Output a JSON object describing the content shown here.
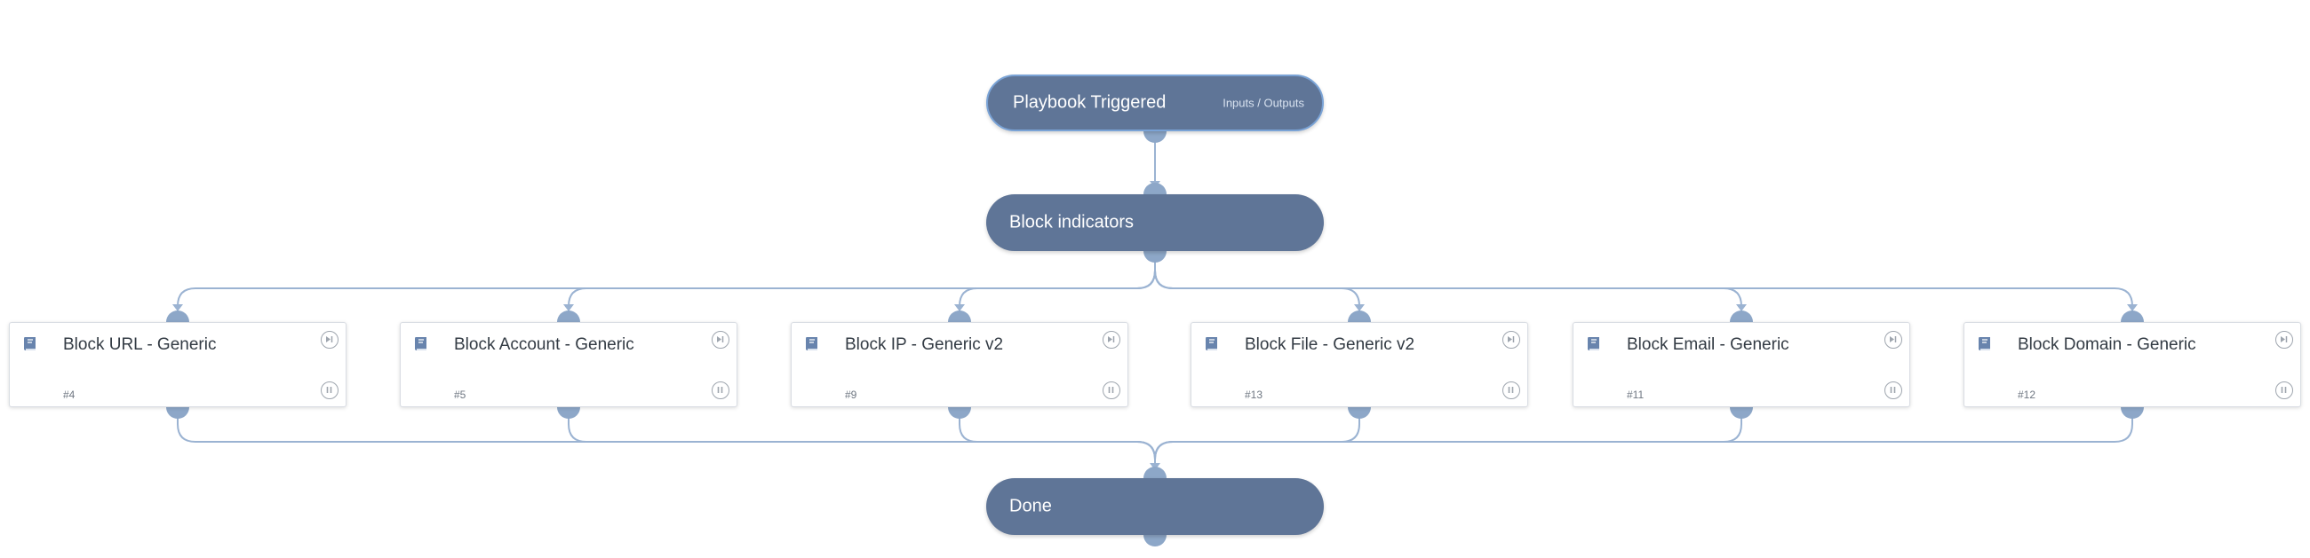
{
  "start": {
    "label": "Playbook Triggered",
    "io_link": "Inputs / Outputs"
  },
  "block_indicators": {
    "label": "Block indicators"
  },
  "done": {
    "label": "Done"
  },
  "tasks": [
    {
      "title": "Block URL - Generic",
      "id": "#4"
    },
    {
      "title": "Block Account - Generic",
      "id": "#5"
    },
    {
      "title": "Block IP - Generic v2",
      "id": "#9"
    },
    {
      "title": "Block File - Generic v2",
      "id": "#13"
    },
    {
      "title": "Block Email - Generic",
      "id": "#11"
    },
    {
      "title": "Block Domain - Generic",
      "id": "#12"
    }
  ],
  "icons": {
    "task": "book-icon",
    "skip": "skip-icon",
    "pause": "pause-icon"
  },
  "colors": {
    "node_fill": "#5f7597",
    "connector": "#8da7c8",
    "wire": "#9bb3d2",
    "start_border": "#7aa3d6"
  }
}
